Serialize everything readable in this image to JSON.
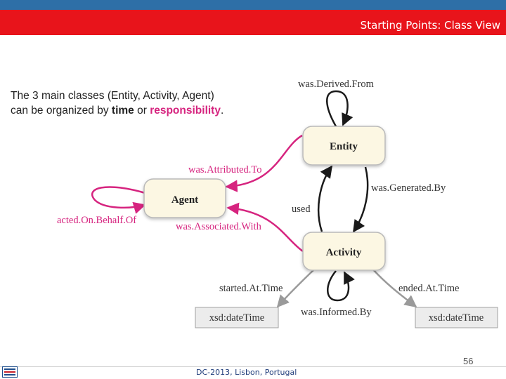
{
  "header": {
    "title": "Starting Points: Class View"
  },
  "intro": {
    "line1": "The 3 main classes (Entity, Activity, Agent)",
    "line2_prefix": "can be organized by ",
    "line2_time": "time",
    "line2_or": " or ",
    "line2_responsibility": "responsibility",
    "line2_suffix": "."
  },
  "diagram": {
    "nodes": {
      "entity": "Entity",
      "agent": "Agent",
      "activity": "Activity",
      "datetime_left": "xsd:dateTime",
      "datetime_right": "xsd:dateTime"
    },
    "edges": {
      "was_derived_from": "was.Derived.From",
      "was_attributed_to": "was.Attributed.To",
      "was_generated_by": "was.Generated.By",
      "used": "used",
      "acted_on_behalf_of": "acted.On.Behalf.Of",
      "was_associated_with": "was.Associated.With",
      "started_at_time": "started.At.Time",
      "ended_at_time": "ended.At.Time",
      "was_informed_by": "was.Informed.By"
    }
  },
  "footer": {
    "text": "DC-2013, Lisbon, Portugal",
    "page": "56"
  },
  "colors": {
    "title_bar": "#e8141b",
    "top_strip": "#2e6fa7",
    "magenta": "#d6247f",
    "node_fill": "#fcf7e3"
  }
}
